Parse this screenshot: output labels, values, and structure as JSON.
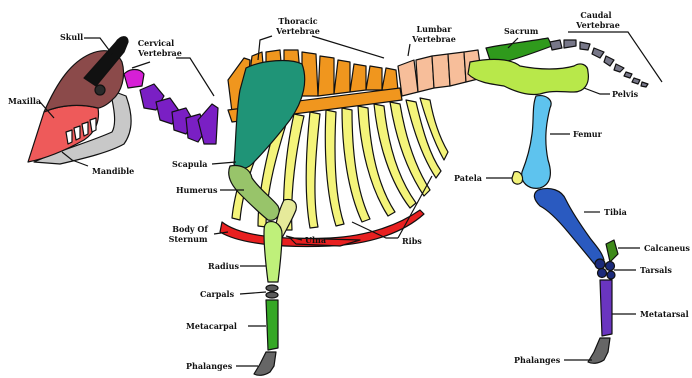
{
  "labels": {
    "skull": "Skull",
    "maxilla": "Maxilla",
    "mandible": "Mandible",
    "cervical_1": "Cervical",
    "cervical_2": "Vertebrae",
    "thoracic_1": "Thoracic",
    "thoracic_2": "Vertebrae",
    "lumbar_1": "Lumbar",
    "lumbar_2": "Vertebrae",
    "sacrum": "Sacrum",
    "caudal_1": "Caudal",
    "caudal_2": "Vertebrae",
    "pelvis": "Pelvis",
    "femur": "Femur",
    "patela": "Patela",
    "tibia": "Tibia",
    "calcaneus": "Calcaneus",
    "tarsals": "Tarsals",
    "metatarsal": "Metatarsal",
    "phalanges_hind": "Phalanges",
    "scapula": "Scapula",
    "humerus": "Humerus",
    "sternum_1": "Body Of",
    "sternum_2": "Sternum",
    "ulna": "Ulna",
    "ribs": "Ribs",
    "radius": "Radius",
    "carpals": "Carpals",
    "metacarpal": "Metacarpal",
    "phalanges_fore": "Phalanges"
  },
  "colors": {
    "skull_top": "#8b4a4a",
    "horn": "#111111",
    "maxilla": "#ee5a5a",
    "mandible": "#c8c8c8",
    "cervical": "#7a1fc4",
    "cervical_atlas": "#d61fd6",
    "thoracic": "#f0961e",
    "lumbar": "#f7be9a",
    "sacrum": "#2f9a1c",
    "caudal": "#777788",
    "pelvis": "#b8e84a",
    "femur": "#5ec3ee",
    "patela": "#f2f27a",
    "tibia": "#2a5ac0",
    "calcaneus": "#3e8a1a",
    "tarsals": "#1b2a7a",
    "metatarsal": "#6a35c0",
    "phalanges": "#666666",
    "scapula": "#1f9477",
    "humerus": "#98c46a",
    "ribs": "#f4f47a",
    "sternum": "#e82020",
    "ulna": "#e6ea9a",
    "radius": "#bff07a",
    "carpals": "#5a5a5a",
    "metacarpal": "#35a825"
  }
}
